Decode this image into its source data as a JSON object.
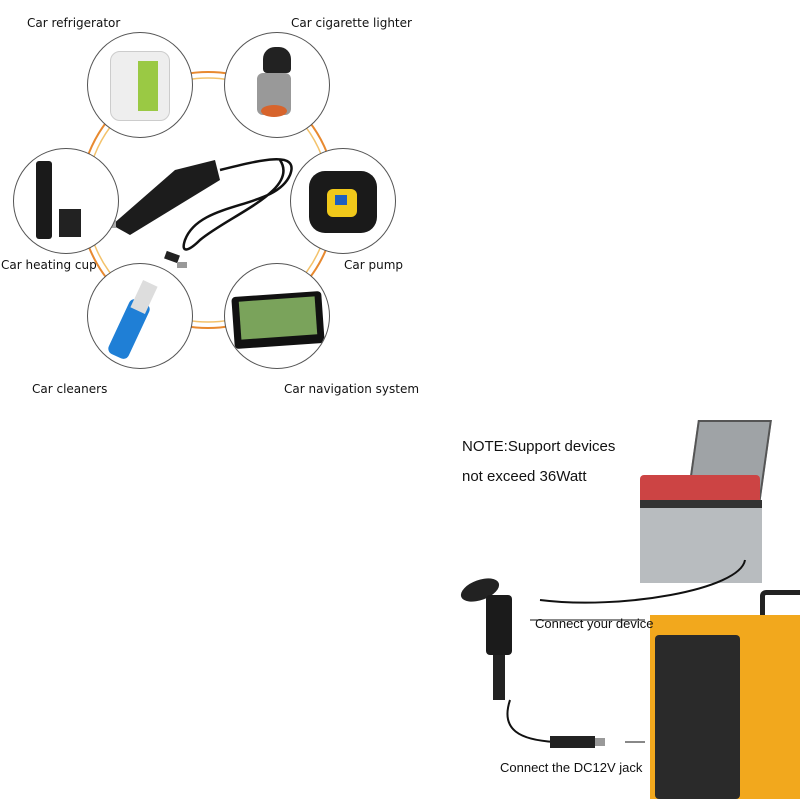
{
  "devices": {
    "items": [
      {
        "label": "Car refrigerator"
      },
      {
        "label": "Car cigarette lighter"
      },
      {
        "label": "Car heating cup"
      },
      {
        "label": "Car pump"
      },
      {
        "label": "Car cleaners"
      },
      {
        "label": "Car navigation system"
      }
    ],
    "ring_color": "#e8892f"
  },
  "connection": {
    "note_line1": "NOTE:Support devices",
    "note_line2": "not exceed 36Watt",
    "connect_device": "Connect your device",
    "connect_jack": "Connect the DC12V jack",
    "station_color": "#f2a81d"
  }
}
